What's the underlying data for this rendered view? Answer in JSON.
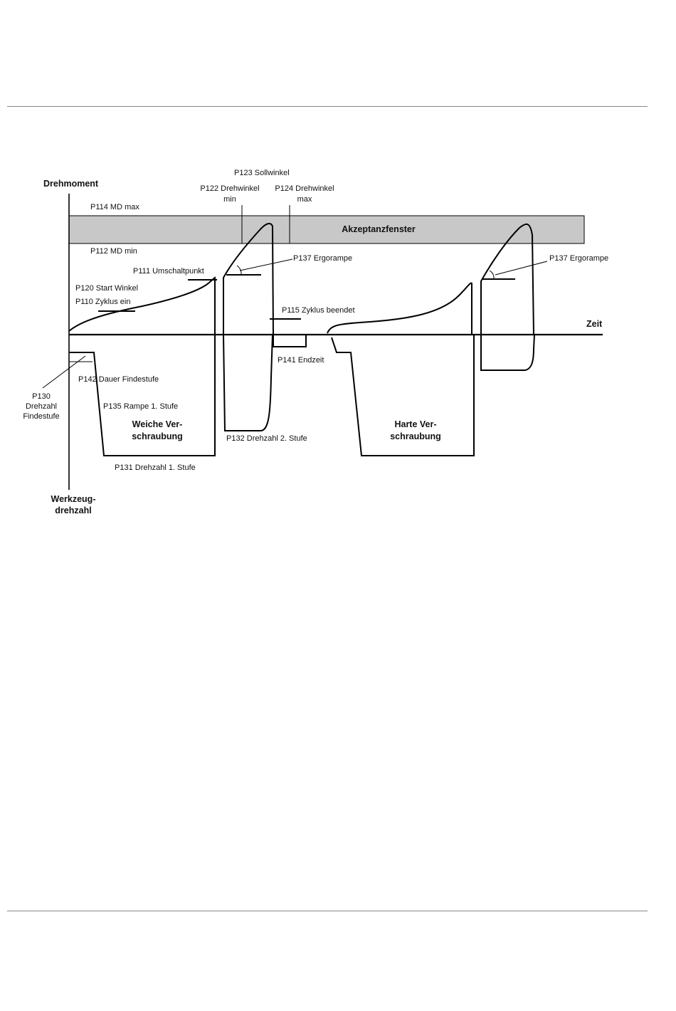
{
  "axes": {
    "torque_label": "Drehmoment",
    "time_label": "Zeit",
    "speed_label_line1": "Werkzeug-",
    "speed_label_line2": "drehzahl"
  },
  "band": {
    "label": "Akzeptanzfenster",
    "fill_color": "#c8c8c8"
  },
  "params": {
    "p114": "P114 MD max",
    "p112": "P112 MD min",
    "p123": "P123 Sollwinkel",
    "p122_line1": "P122 Drehwinkel",
    "p122_line2": "min",
    "p124_line1": "P124 Drehwinkel",
    "p124_line2": "max",
    "p111": "P111 Umschaltpunkt",
    "p137_a": "P137 Ergorampe",
    "p137_b": "P137 Ergorampe",
    "p120": "P120 Start Winkel",
    "p110": "P110 Zyklus ein",
    "p115": "P115 Zyklus beendet",
    "p141": "P141 Endzeit",
    "p142": "P142 Dauer Findestufe",
    "p130_line1": "P130",
    "p130_line2": "Drehzahl",
    "p130_line3": "Findestufe",
    "p135": "P135 Rampe 1. Stufe",
    "p132": "P132 Drehzahl 2. Stufe",
    "p131": "P131 Drehzahl 1. Stufe"
  },
  "regions": {
    "soft_line1": "Weiche Ver-",
    "soft_line2": "schraubung",
    "hard_line1": "Harte Ver-",
    "hard_line2": "schraubung"
  }
}
